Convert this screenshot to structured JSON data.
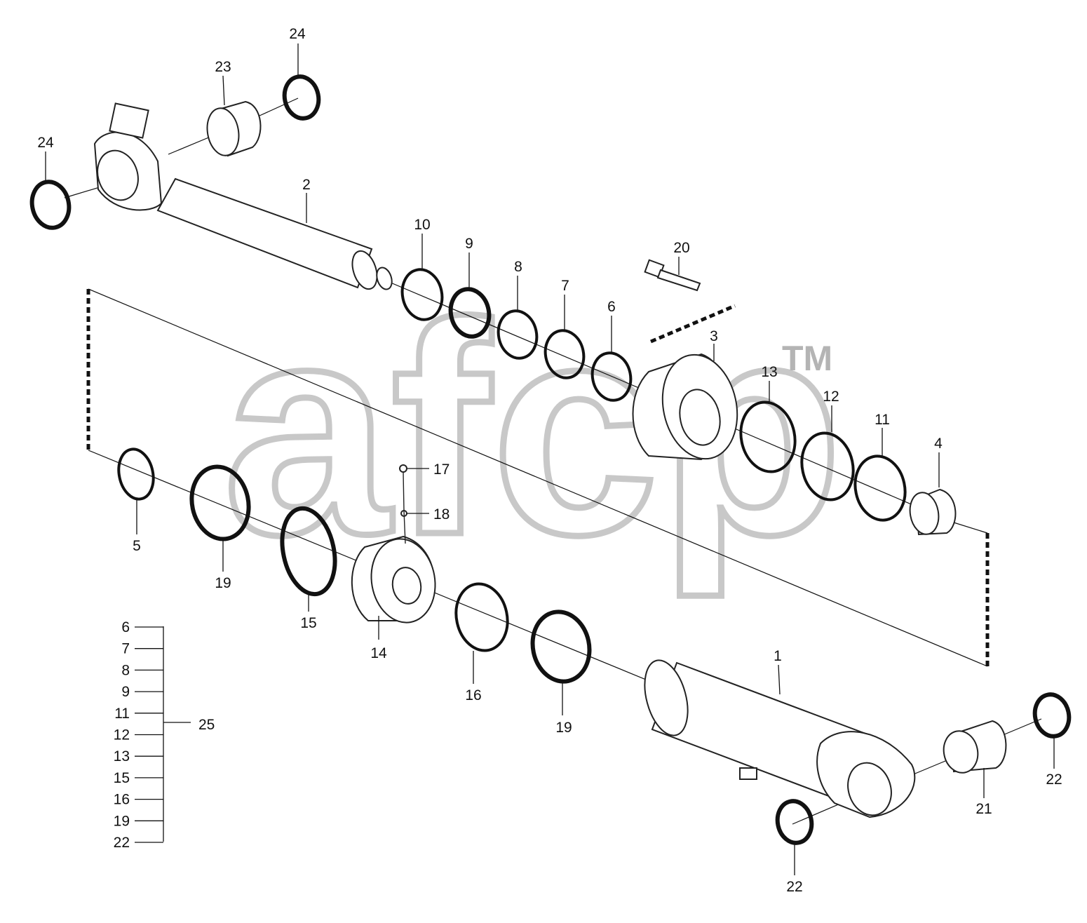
{
  "watermark": {
    "text": "afcp",
    "trademark": "TM"
  },
  "diagram": {
    "callouts": [
      "24",
      "23",
      "24",
      "2",
      "10",
      "9",
      "8",
      "7",
      "6",
      "20",
      "3",
      "13",
      "12",
      "11",
      "4",
      "17",
      "18",
      "5",
      "19",
      "15",
      "14",
      "16",
      "19",
      "1",
      "22",
      "21",
      "22"
    ],
    "kit": {
      "members": [
        "6",
        "7",
        "8",
        "9",
        "11",
        "12",
        "13",
        "15",
        "16",
        "19",
        "22"
      ],
      "label": "25"
    }
  }
}
